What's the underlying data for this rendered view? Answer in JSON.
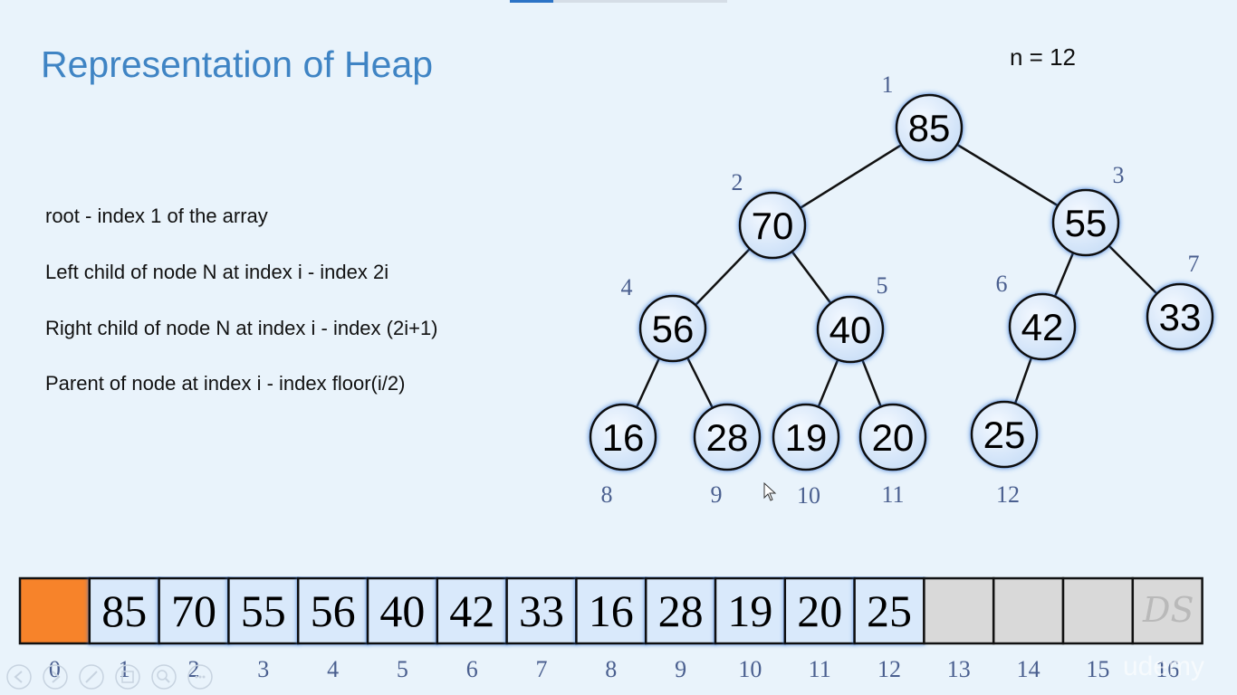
{
  "title": "Representation of Heap",
  "n_label": "n = 12",
  "rules": [
    "root -  index 1 of the array",
    "Left child of node N at index i - index 2i",
    "Right child of node N at index i - index (2i+1)",
    "Parent of node at index i - index floor(i/2)"
  ],
  "tree": {
    "nodes": [
      {
        "index": "1",
        "value": "85"
      },
      {
        "index": "2",
        "value": "70"
      },
      {
        "index": "3",
        "value": "55"
      },
      {
        "index": "4",
        "value": "56"
      },
      {
        "index": "5",
        "value": "40"
      },
      {
        "index": "6",
        "value": "42"
      },
      {
        "index": "7",
        "value": "33"
      },
      {
        "index": "8",
        "value": "16"
      },
      {
        "index": "9",
        "value": "28"
      },
      {
        "index": "10",
        "value": "19"
      },
      {
        "index": "11",
        "value": "20"
      },
      {
        "index": "12",
        "value": "25"
      }
    ]
  },
  "array": {
    "cells": [
      "",
      "85",
      "70",
      "55",
      "56",
      "40",
      "42",
      "33",
      "16",
      "28",
      "19",
      "20",
      "25",
      "",
      "",
      "",
      ""
    ],
    "indices": [
      "0",
      "1",
      "2",
      "3",
      "4",
      "5",
      "6",
      "7",
      "8",
      "9",
      "10",
      "11",
      "12",
      "13",
      "14",
      "15",
      "16"
    ]
  },
  "watermarks": [
    "DS",
    "udemy"
  ],
  "colors": {
    "title": "#3f84c4",
    "index_label": "#4a5f8f",
    "node_fill": "#d9e9fb",
    "node_glow": "#2a6fd6",
    "array_cell_fill": "#d9e9fb",
    "array_root_unused": "#f7832a",
    "array_empty": "#d9d9d9"
  }
}
